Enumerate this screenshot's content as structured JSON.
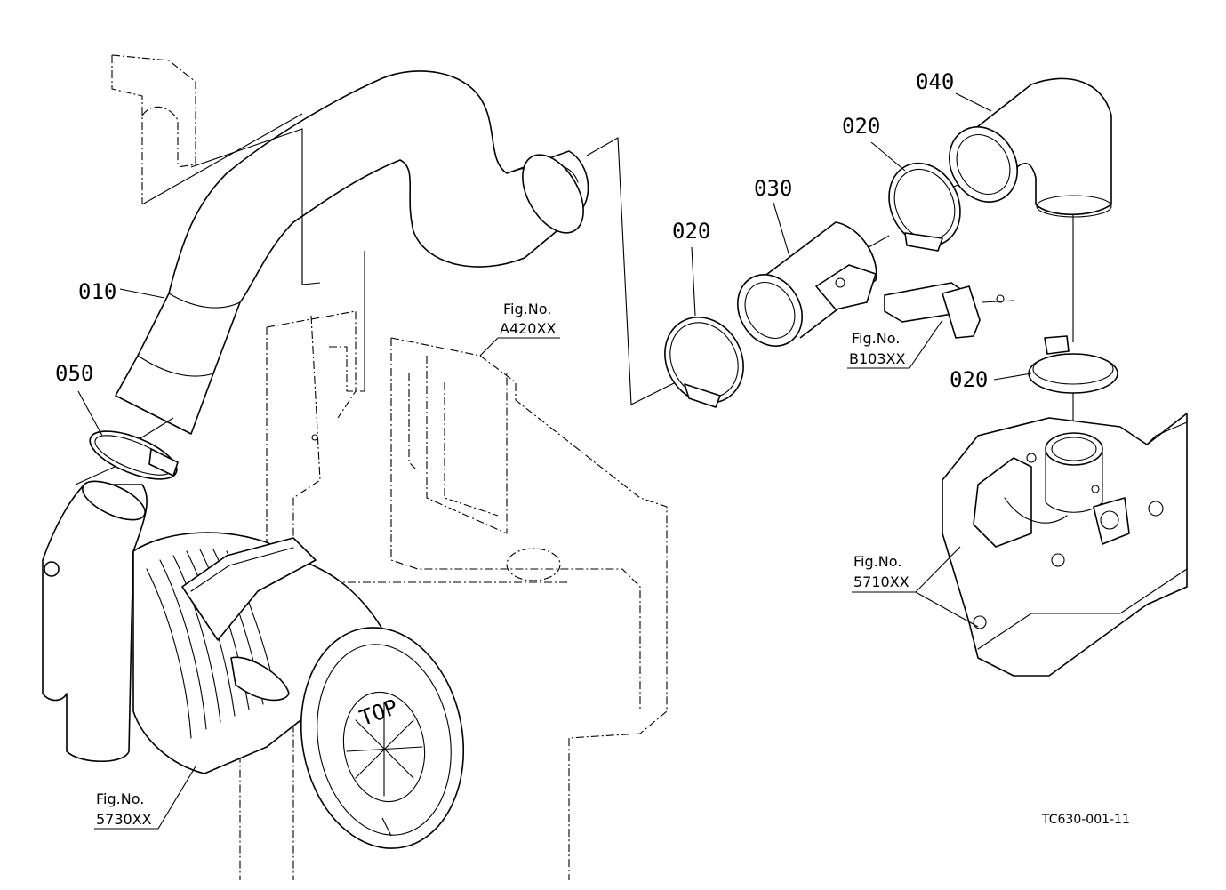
{
  "diagram": {
    "drawing_id": "TC630-001-11",
    "parts": [
      {
        "key": "p010",
        "number": "010"
      },
      {
        "key": "p020a",
        "number": "020"
      },
      {
        "key": "p020b",
        "number": "020"
      },
      {
        "key": "p020c",
        "number": "020"
      },
      {
        "key": "p030",
        "number": "030"
      },
      {
        "key": "p040",
        "number": "040"
      },
      {
        "key": "p050",
        "number": "050"
      }
    ],
    "figure_refs": [
      {
        "key": "a420",
        "label": "Fig.No.",
        "code": "A420XX"
      },
      {
        "key": "b103",
        "label": "Fig.No.",
        "code": "B103XX"
      },
      {
        "key": "f5710",
        "label": "Fig.No.",
        "code": "5710XX"
      },
      {
        "key": "f5730",
        "label": "Fig.No.",
        "code": "5730XX"
      }
    ],
    "embossed_text": "TOP"
  }
}
